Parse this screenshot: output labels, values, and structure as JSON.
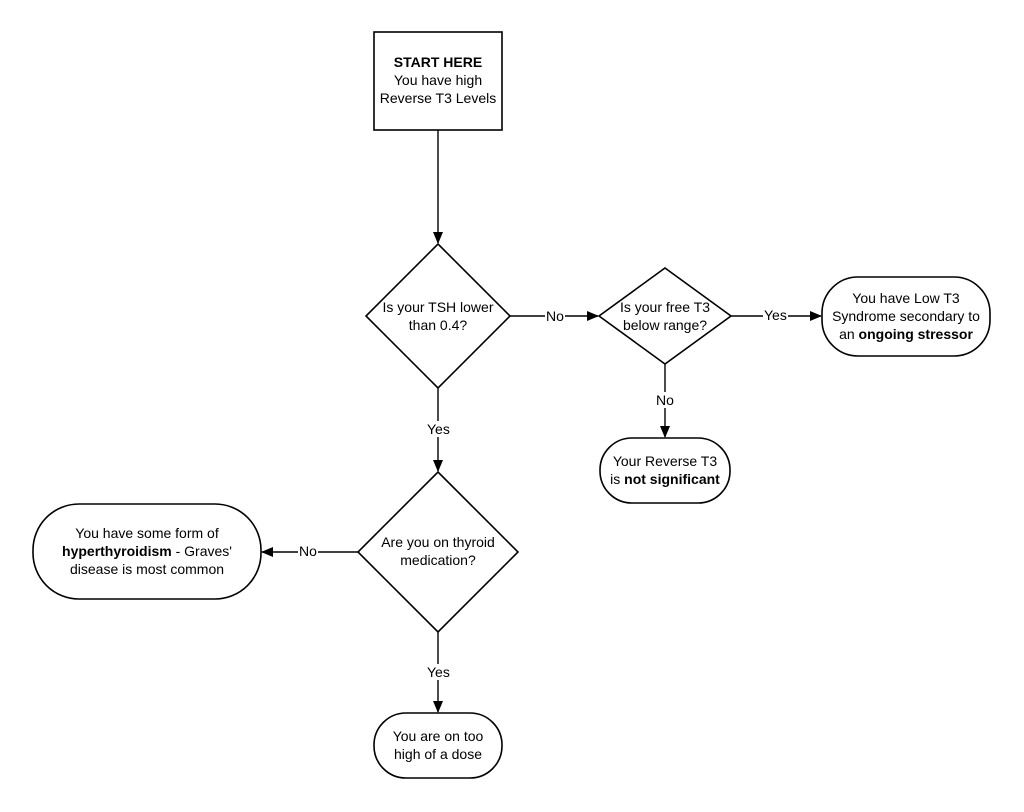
{
  "nodes": {
    "start": {
      "line1": "START HERE",
      "line2": "You have high",
      "line3": "Reverse T3 Levels"
    },
    "tsh_decision": {
      "line1": "Is your TSH lower",
      "line2": "than 0.4?"
    },
    "free_t3_decision": {
      "line1": "Is your free T3",
      "line2": "below range?"
    },
    "low_t3_outcome": {
      "line1": "You have Low T3",
      "line2": "Syndrome secondary to",
      "line3_prefix": "an ",
      "line3_bold": "ongoing stressor"
    },
    "not_significant_outcome": {
      "line1": "Your Reverse T3",
      "line2_prefix": "is ",
      "line2_bold": "not significant"
    },
    "medication_decision": {
      "line1": "Are you on thyroid",
      "line2": "medication?"
    },
    "hyperthyroidism_outcome": {
      "line1": "You have some form of",
      "line2_bold": "hyperthyroidism",
      "line2_suffix": " - Graves'",
      "line3": "disease is most common"
    },
    "dose_outcome": {
      "line1": "You are on too",
      "line2": "high of a dose"
    }
  },
  "edges": {
    "tsh_no": "No",
    "tsh_yes": "Yes",
    "free_t3_yes": "Yes",
    "free_t3_no": "No",
    "medication_no": "No",
    "medication_yes": "Yes"
  }
}
